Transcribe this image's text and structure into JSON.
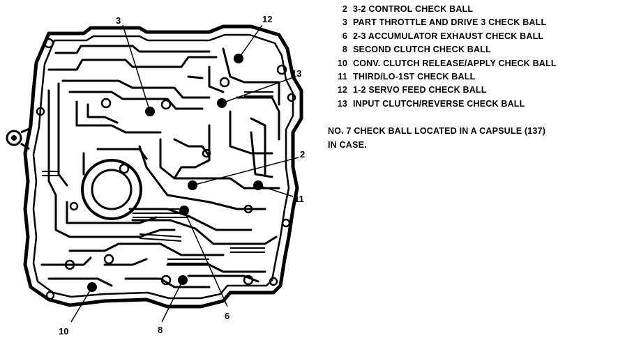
{
  "legend": [
    {
      "num": "2",
      "text": "3-2 CONTROL CHECK BALL"
    },
    {
      "num": "3",
      "text": "PART THROTTLE AND DRIVE 3 CHECK BALL"
    },
    {
      "num": "6",
      "text": "2-3 ACCUMULATOR EXHAUST CHECK BALL"
    },
    {
      "num": "8",
      "text": "SECOND CLUTCH CHECK BALL"
    },
    {
      "num": "10",
      "text": "CONV. CLUTCH RELEASE/APPLY CHECK BALL"
    },
    {
      "num": "11",
      "text": "THIRD/LO-1ST CHECK BALL"
    },
    {
      "num": "12",
      "text": "1-2 SERVO FEED CHECK BALL"
    },
    {
      "num": "13",
      "text": "INPUT CLUTCH/REVERSE CHECK BALL"
    }
  ],
  "note": {
    "line1": "NO. 7 CHECK BALL LOCATED IN A CAPSULE (137)",
    "line2": "IN CASE."
  },
  "callouts": {
    "c3": "3",
    "c12": "12",
    "c13": "13",
    "c2": "2",
    "c11": "11",
    "c10": "10",
    "c8": "8",
    "c6": "6"
  }
}
